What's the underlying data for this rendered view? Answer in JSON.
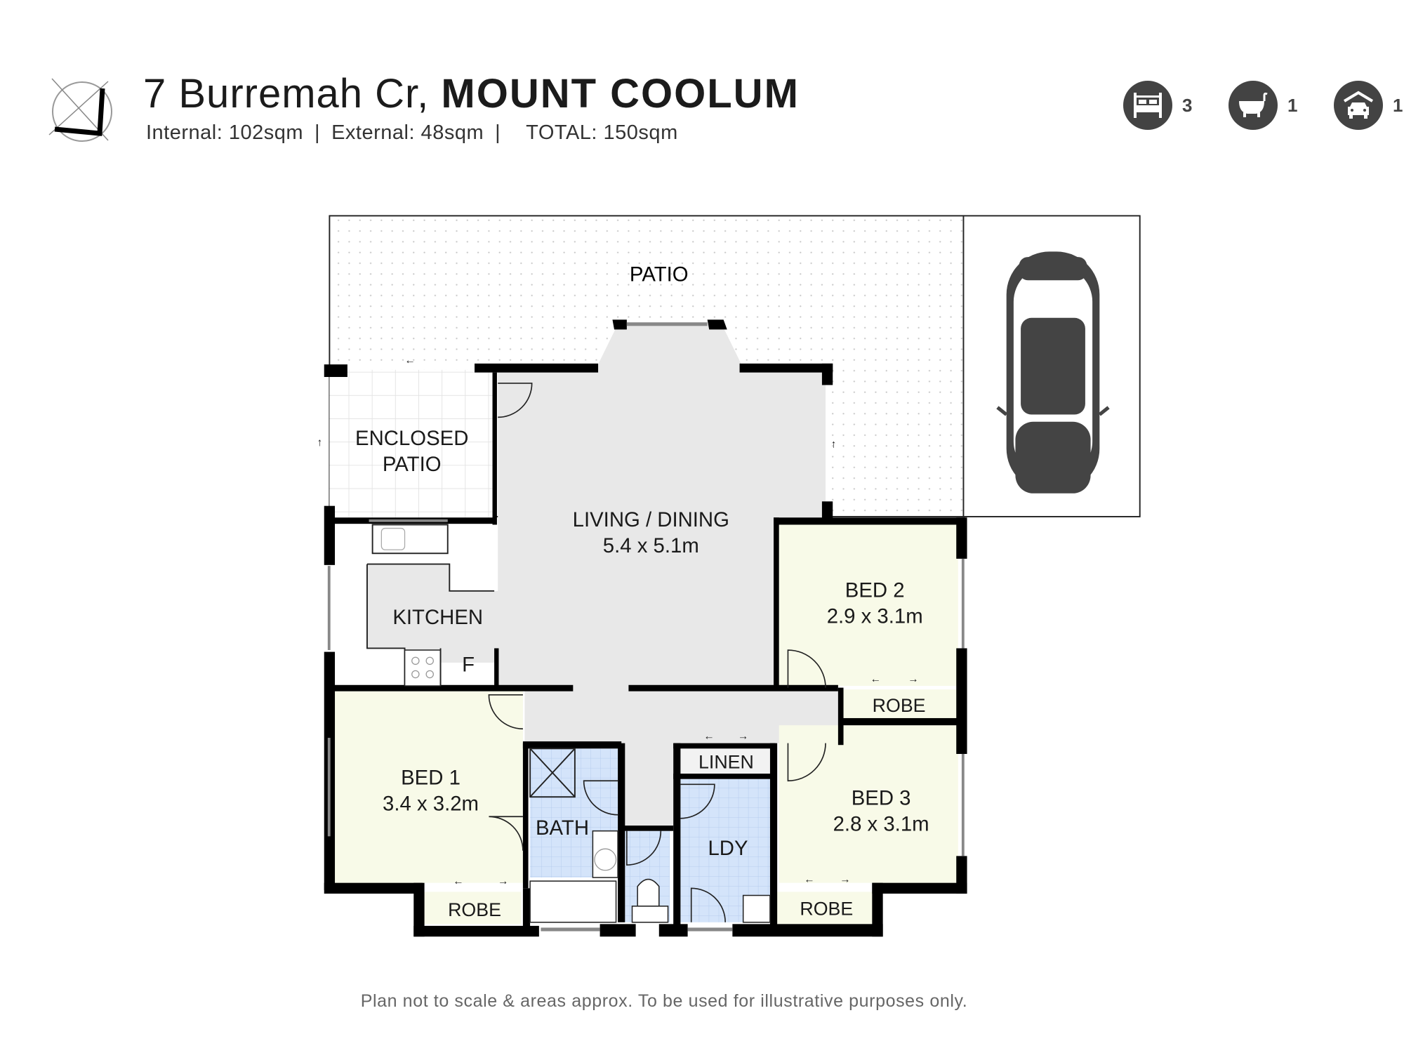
{
  "header": {
    "street": "7 Burremah Cr,",
    "suburb": "MOUNT COOLUM",
    "internal": "Internal: 102sqm",
    "external": "External: 48sqm",
    "total": "TOTAL: 150sqm",
    "separator": "|"
  },
  "features": [
    {
      "icon": "bed-icon",
      "count": "3"
    },
    {
      "icon": "bath-icon",
      "count": "1"
    },
    {
      "icon": "garage-car-icon",
      "count": "1"
    }
  ],
  "rooms": {
    "patio": {
      "name": "PATIO"
    },
    "enclosed_patio": {
      "line1": "ENCLOSED",
      "line2": "PATIO"
    },
    "living": {
      "name": "LIVING / DINING",
      "size": "5.4 x 5.1m"
    },
    "kitchen": {
      "name": "KITCHEN",
      "fridge": "F"
    },
    "bed1": {
      "name": "BED 1",
      "size": "3.4 x 3.2m"
    },
    "bed2": {
      "name": "BED 2",
      "size": "2.9 x 3.1m"
    },
    "bed3": {
      "name": "BED 3",
      "size": "2.8 x 3.1m"
    },
    "bath": {
      "name": "BATH"
    },
    "ldy": {
      "name": "LDY"
    },
    "linen": {
      "name": "LINEN"
    },
    "robe1": {
      "name": "ROBE"
    },
    "robe2": {
      "name": "ROBE"
    },
    "robe3": {
      "name": "ROBE"
    }
  },
  "colors": {
    "wall": "#000000",
    "living_fill": "#e8e8e8",
    "bedroom_fill": "#f8fae8",
    "wet_fill": "#d4e4fa",
    "icon_dark": "#434343"
  },
  "footer": {
    "disclaimer": "Plan not to scale & areas approx. To be used for illustrative purposes only."
  }
}
